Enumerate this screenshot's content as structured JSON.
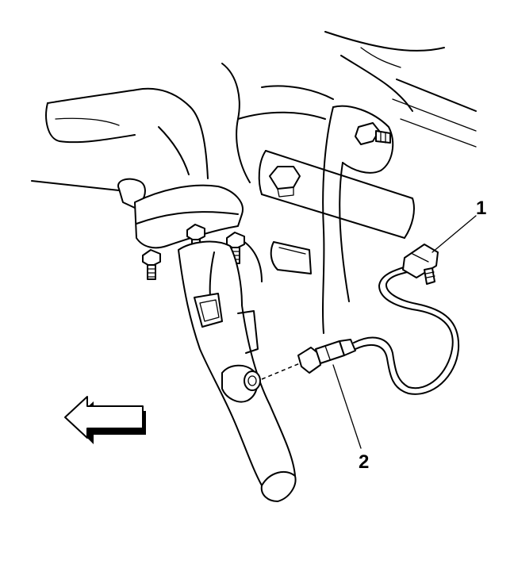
{
  "callouts": [
    {
      "id": "1",
      "text": "1"
    },
    {
      "id": "2",
      "text": "2"
    }
  ],
  "icons": {
    "direction_arrow": "left-arrow-icon"
  },
  "colors": {
    "ink": "#000000",
    "paper": "#ffffff"
  }
}
